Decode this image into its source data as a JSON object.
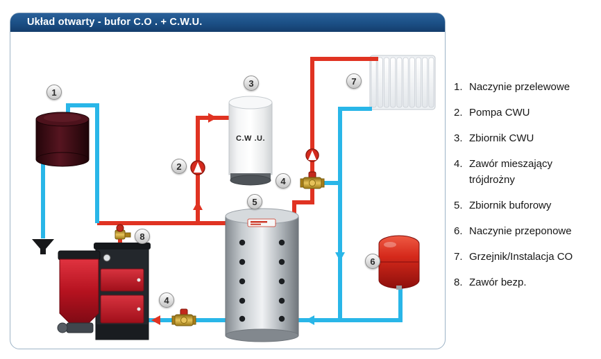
{
  "header": {
    "title": "Układ  otwarty - bufor C.O . + C.W.U."
  },
  "legend": {
    "items": [
      {
        "num": "1.",
        "text": "Naczynie przelewowe"
      },
      {
        "num": "2.",
        "text": "Pompa CWU"
      },
      {
        "num": "3.",
        "text": "Zbiornik CWU"
      },
      {
        "num": "4.",
        "text": "Zawór mieszający trójdrożny"
      },
      {
        "num": "5.",
        "text": "Zbiornik buforowy"
      },
      {
        "num": "6.",
        "text": "Naczynie przeponowe"
      },
      {
        "num": "7.",
        "text": "Grzejnik/Instalacja CO"
      },
      {
        "num": "8.",
        "text": "Zawór bezp."
      }
    ]
  },
  "diagram": {
    "badges": {
      "n1": "1",
      "n2": "2",
      "n3": "3",
      "n4": "4",
      "n5": "5",
      "n6": "6",
      "n7": "7",
      "n8": "8"
    },
    "labels": {
      "cwu_tank": "C.W .U."
    },
    "colors": {
      "hot_pipe": "#e03322",
      "cold_pipe": "#29b6e8",
      "header_bar": "#1b4f85",
      "boiler_red": "#b5121f",
      "vessel_maroon": "#3a0b12",
      "expansion_vessel_red": "#d5291b",
      "valve_brass": "#d4a017"
    }
  }
}
